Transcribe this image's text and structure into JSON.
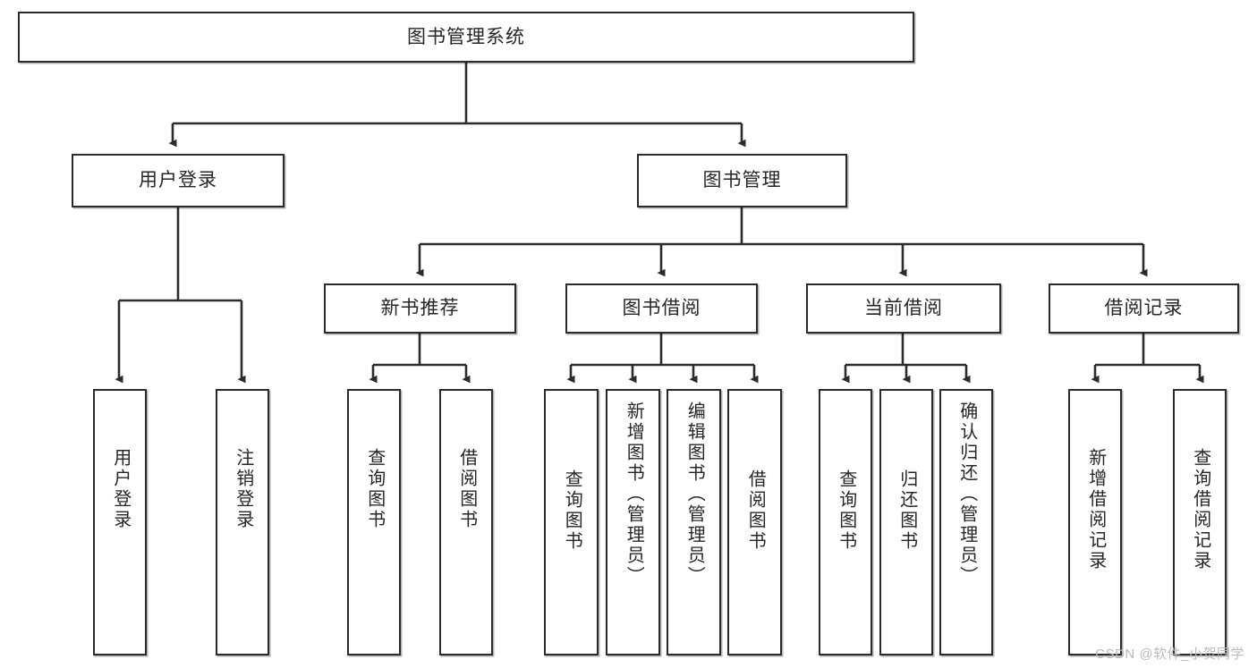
{
  "diagram": {
    "title": "图书管理系统",
    "type": "tree",
    "watermark": "CSDN @软件_小贺同学",
    "root": {
      "id": "root",
      "label": "图书管理系统"
    },
    "level2": [
      {
        "id": "user-login",
        "label": "用户登录"
      },
      {
        "id": "book-manage",
        "label": "图书管理"
      }
    ],
    "level3": [
      {
        "id": "new-book-recommend",
        "label": "新书推荐",
        "parent": "book-manage"
      },
      {
        "id": "book-borrow",
        "label": "图书借阅",
        "parent": "book-manage"
      },
      {
        "id": "current-borrow",
        "label": "当前借阅",
        "parent": "book-manage"
      },
      {
        "id": "borrow-record",
        "label": "借阅记录",
        "parent": "book-manage"
      }
    ],
    "leaves": {
      "user-login": [
        {
          "id": "leaf-user-login",
          "label": "用户登录"
        },
        {
          "id": "leaf-logout",
          "label": "注销登录"
        }
      ],
      "new-book-recommend": [
        {
          "id": "leaf-query-book-1",
          "label": "查询图书"
        },
        {
          "id": "leaf-borrow-book-1",
          "label": "借阅图书"
        }
      ],
      "book-borrow": [
        {
          "id": "leaf-query-book-2",
          "label": "查询图书"
        },
        {
          "id": "leaf-add-book",
          "label": "新增图书（管理员）"
        },
        {
          "id": "leaf-edit-book",
          "label": "编辑图书（管理员）"
        },
        {
          "id": "leaf-borrow-book-2",
          "label": "借阅图书"
        }
      ],
      "current-borrow": [
        {
          "id": "leaf-query-book-3",
          "label": "查询图书"
        },
        {
          "id": "leaf-return-book",
          "label": "归还图书"
        },
        {
          "id": "leaf-confirm-return",
          "label": "确认归还（管理员）"
        }
      ],
      "borrow-record": [
        {
          "id": "leaf-add-record",
          "label": "新增借阅记录"
        },
        {
          "id": "leaf-query-record",
          "label": "查询借阅记录"
        }
      ]
    },
    "colors": {
      "box_border": "#2b2b2b",
      "box_fill": "#ffffff",
      "connector": "#2b2b2b",
      "text": "#262626",
      "watermark": "#b9b9b9",
      "background": "#ffffff"
    }
  }
}
